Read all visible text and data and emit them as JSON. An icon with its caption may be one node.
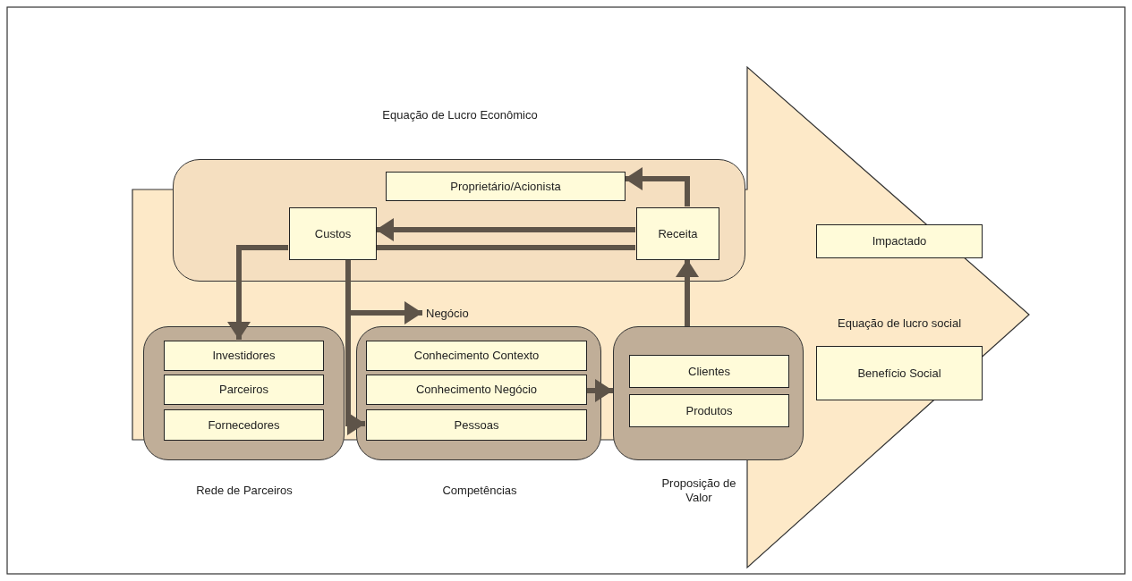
{
  "diagram": {
    "nodes": [
      {
        "text": [
          "Equação de Lucro Econômico"
        ]
      },
      {
        "text": [
          "Proprietário/Acionista"
        ],
        "in": 0
      },
      {
        "text": [
          "Custos"
        ],
        "in": 0
      },
      {
        "text": [
          "Receita"
        ],
        "in": 0
      },
      {
        "text": [
          "Rede de Parceiros"
        ]
      },
      {
        "text": [
          "Investidores"
        ],
        "in": 4
      },
      {
        "text": [
          "Parceiros"
        ],
        "in": 4
      },
      {
        "text": [
          "Fornecedores"
        ],
        "in": 4
      },
      {
        "text": [
          "Competências"
        ]
      },
      {
        "text": [
          "Conhecimento Contexto"
        ],
        "in": 8
      },
      {
        "text": [
          "Conhecimento Negócio"
        ],
        "in": 8
      },
      {
        "text": [
          "Pessoas"
        ],
        "in": 8
      },
      {
        "text": [
          "Proposição de Valor"
        ]
      },
      {
        "text": [
          "Clientes"
        ],
        "in": 12
      },
      {
        "text": [
          "Produtos"
        ],
        "in": 12
      },
      {
        "text": [
          "Negócio"
        ]
      },
      {
        "text": [
          "Impactado"
        ]
      },
      {
        "text": [
          "Benefício Social"
        ]
      }
    ],
    "edges": [
      {
        "from": 3,
        "to": 1,
        "arrow": "to"
      },
      {
        "from": 3,
        "to": 2,
        "arrow": "to"
      },
      {
        "from": 3,
        "to": 2,
        "arrow": "none"
      },
      {
        "from": 2,
        "to": 5,
        "arrow": "to"
      },
      {
        "from": 2,
        "to": 15,
        "arrow": "to"
      },
      {
        "from": 2,
        "to": 11,
        "arrow": "to"
      },
      {
        "from": 10,
        "to": 12,
        "arrow": "to"
      },
      {
        "from": 12,
        "to": 3,
        "arrow": "to"
      }
    ],
    "labels": [
      "Equação de lucro social"
    ]
  }
}
